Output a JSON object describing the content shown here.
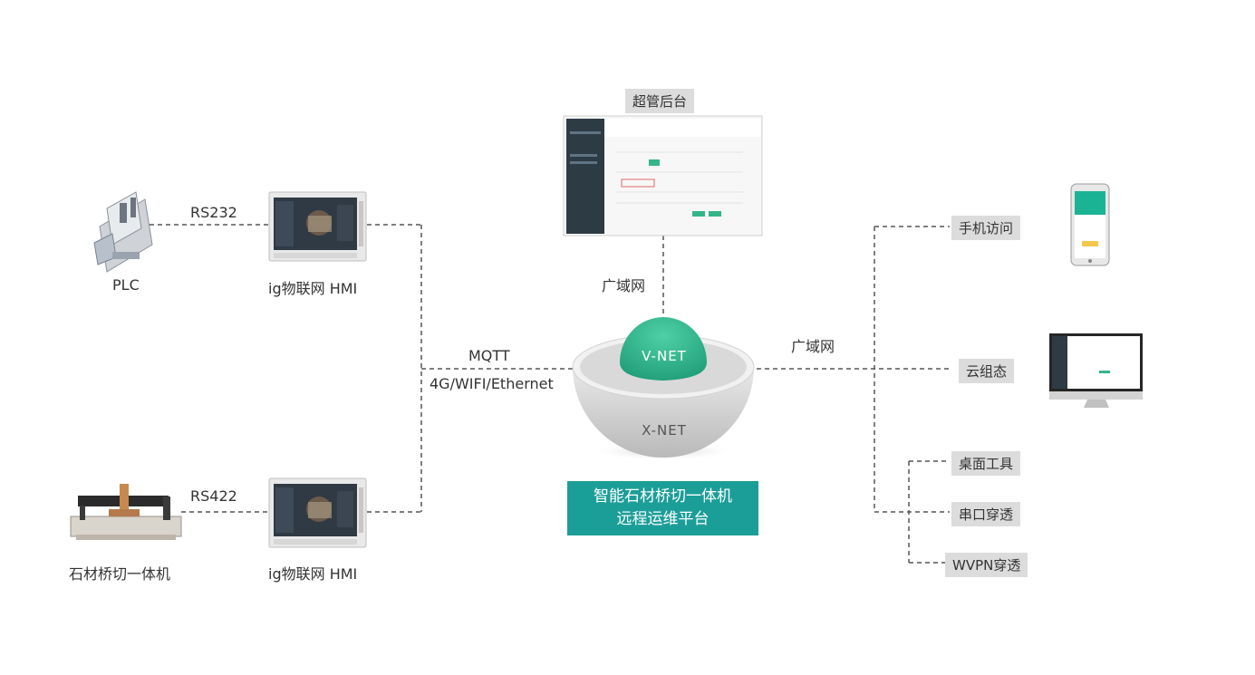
{
  "labels": {
    "plc": "PLC",
    "hmi_top": "ig物联网 HMI",
    "hmi_bottom": "ig物联网 HMI",
    "machine": "石材桥切一体机",
    "rs232": "RS232",
    "rs422": "RS422",
    "mqtt": "MQTT",
    "transport": "4G/WIFI/Ethernet",
    "wan_top": "广域网",
    "wan_right": "广域网",
    "vnet": "V-NET",
    "xnet": "X-NET",
    "admin_tag": "超管后台",
    "platform_line1": "智能石材桥切一体机",
    "platform_line2": "远程运维平台"
  },
  "access_tags": [
    "手机访问",
    "云组态",
    "桌面工具",
    "串口穿透",
    "WVPN穿透"
  ],
  "colors": {
    "teal": "#1c9e98",
    "dome_green": "#2bb38a",
    "tag_bg": "#dcdcdc",
    "line": "#555555"
  },
  "icons": [
    "plc-device-icon",
    "hmi-panel-icon",
    "bridge-saw-machine-icon",
    "admin-console-screenshot",
    "phone-icon",
    "desktop-monitor-icon"
  ]
}
